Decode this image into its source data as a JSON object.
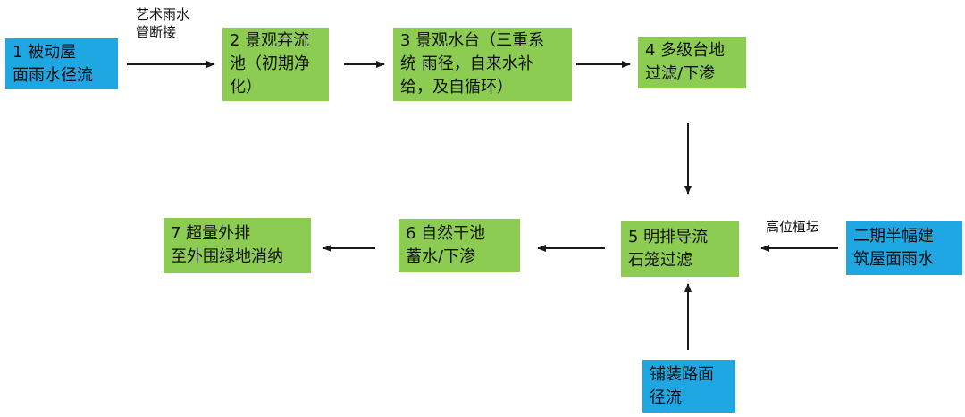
{
  "nodes": {
    "n1": [
      "1 被动屋",
      "面雨水径流"
    ],
    "n2": [
      "2 景观弃流",
      "池（初期净",
      "化）"
    ],
    "n3": [
      "3 景观水台（三重系",
      "统 雨径，自来水补",
      "给，及自循环）"
    ],
    "n4": [
      "4 多级台地",
      "过滤/下渗"
    ],
    "n5": [
      "5 明排导流",
      "石笼过滤"
    ],
    "n6": [
      "6 自然干池",
      "蓄水/下渗"
    ],
    "n7": [
      "7 超量外排",
      "至外围绿地消纳"
    ],
    "n8": [
      "二期半幅建",
      "筑屋面雨水"
    ],
    "n9": [
      "铺装路面",
      "径流"
    ]
  },
  "edge_labels": {
    "e12": [
      "艺术雨水",
      "管断接"
    ],
    "e85": [
      "高位植坛"
    ]
  },
  "colors": {
    "blue": "#1ea7e3",
    "green": "#8ccc52",
    "arrow": "#1a1a1a"
  }
}
